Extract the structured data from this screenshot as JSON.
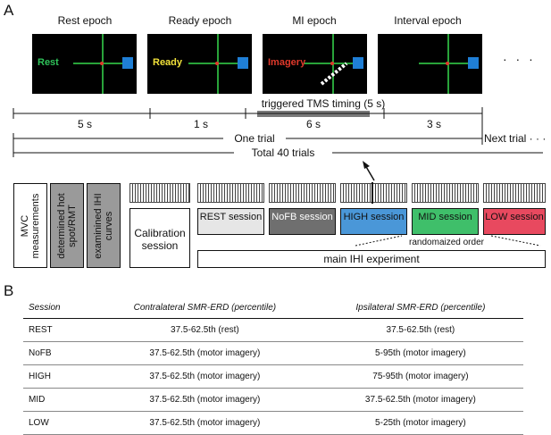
{
  "panel_a_label": "A",
  "panel_b_label": "B",
  "epochs": [
    {
      "title": "Rest epoch",
      "label": "Rest",
      "label_color": "#2fc35a"
    },
    {
      "title": "Ready epoch",
      "label": "Ready",
      "label_color": "#f2e23a"
    },
    {
      "title": "MI epoch",
      "label": "Imagery",
      "label_color": "#e0392b"
    },
    {
      "title": "Interval epoch",
      "label": "",
      "label_color": "#ffffff"
    }
  ],
  "ellipsis": "· · ·",
  "tms_timing": "triggered TMS timing (5 s)",
  "durations": [
    "5 s",
    "1 s",
    "6 s",
    "3 s"
  ],
  "one_trial": "One trial",
  "next_trial": "Next trial · · ·",
  "total_trials": "Total 40 trials",
  "prep_boxes": [
    "MVC measurements",
    "determined hot spot/RMT",
    "examinined IHI curves"
  ],
  "calibration": "Calibration session",
  "sessions": [
    {
      "label": "REST session",
      "color": "#e6e6e6",
      "text_color": "#111111"
    },
    {
      "label": "NoFB session",
      "color": "#6f6f6f",
      "text_color": "#ffffff"
    },
    {
      "label": "HIGH session",
      "color": "#4a97d8",
      "text_color": "#111111"
    },
    {
      "label": "MID session",
      "color": "#3fbf6a",
      "text_color": "#111111"
    },
    {
      "label": "LOW session",
      "color": "#e8495f",
      "text_color": "#111111"
    }
  ],
  "randomized": "randomaized order",
  "main_experiment": "main IHI experiment",
  "table": {
    "headers": [
      "Session",
      "Contralateral SMR-ERD (percentile)",
      "Ipsilateral SMR-ERD (percentile)"
    ],
    "rows": [
      [
        "REST",
        "37.5-62.5th (rest)",
        "37.5-62.5th (rest)"
      ],
      [
        "NoFB",
        "37.5-62.5th (motor imagery)",
        "5-95th (motor imagery)"
      ],
      [
        "HIGH",
        "37.5-62.5th (motor imagery)",
        "75-95th (motor imagery)"
      ],
      [
        "MID",
        "37.5-62.5th (motor imagery)",
        "37.5-62.5th (motor imagery)"
      ],
      [
        "LOW",
        "37.5-62.5th (motor imagery)",
        "5-25th (motor imagery)"
      ]
    ]
  }
}
